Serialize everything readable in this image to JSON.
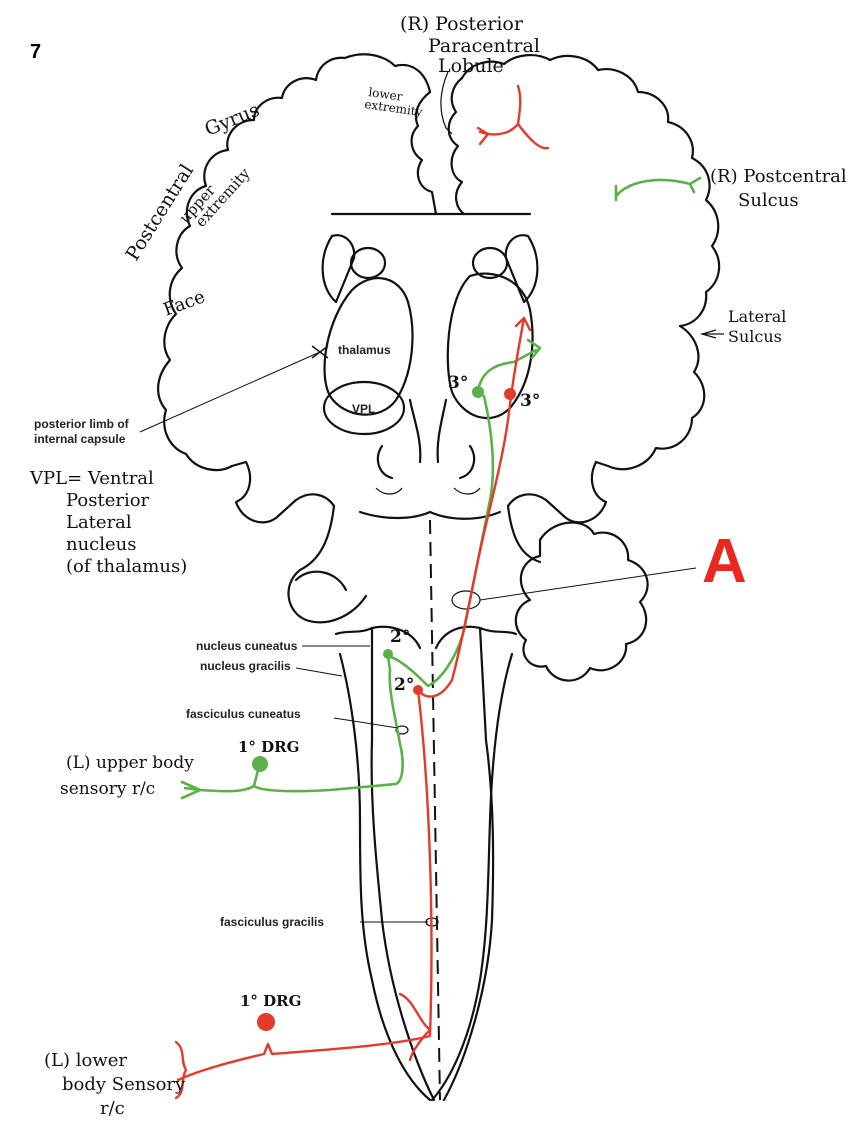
{
  "page_number": "7",
  "colors": {
    "green_pathway": "#5bb04a",
    "red_pathway": "#e23a2f",
    "ink": "#111111",
    "answer": "#e8291f"
  },
  "labels": {
    "posterior_paracentral": [
      "(R) Posterior",
      "Paracentral",
      "Lobule"
    ],
    "lower_extremity": [
      "lower",
      "extremity"
    ],
    "postcentral_gyrus": [
      "Postcentral",
      "Gyrus"
    ],
    "upper_extremity": [
      "upper",
      "extremity"
    ],
    "face": "Face",
    "r_postcentral_sulcus": [
      "(R) Postcentral",
      "Sulcus"
    ],
    "lateral_sulcus": [
      "Lateral",
      "Sulcus"
    ],
    "thalamus": "thalamus",
    "vpl": "VPL",
    "posterior_limb": [
      "posterior limb of",
      "internal capsule"
    ],
    "vpl_definition": [
      "VPL= Ventral",
      "Posterior",
      "Lateral",
      "nucleus",
      "(of thalamus)"
    ],
    "third_order_green": "3°",
    "third_order_red": "3°",
    "answer_letter": "A",
    "nucleus_cuneatus": "nucleus cuneatus",
    "nucleus_gracilis": "nucleus gracilis",
    "second_order_top": "2°",
    "second_order_bottom": "2°",
    "fasciculus_cuneatus": "fasciculus cuneatus",
    "drg_upper": "1° DRG",
    "upper_body_sensory": [
      "(L) upper body",
      "sensory r/c"
    ],
    "fasciculus_gracilis": "fasciculus gracilis",
    "drg_lower": "1° DRG",
    "lower_body_sensory": [
      "(L) lower",
      "body Sensory",
      "r/c"
    ]
  }
}
